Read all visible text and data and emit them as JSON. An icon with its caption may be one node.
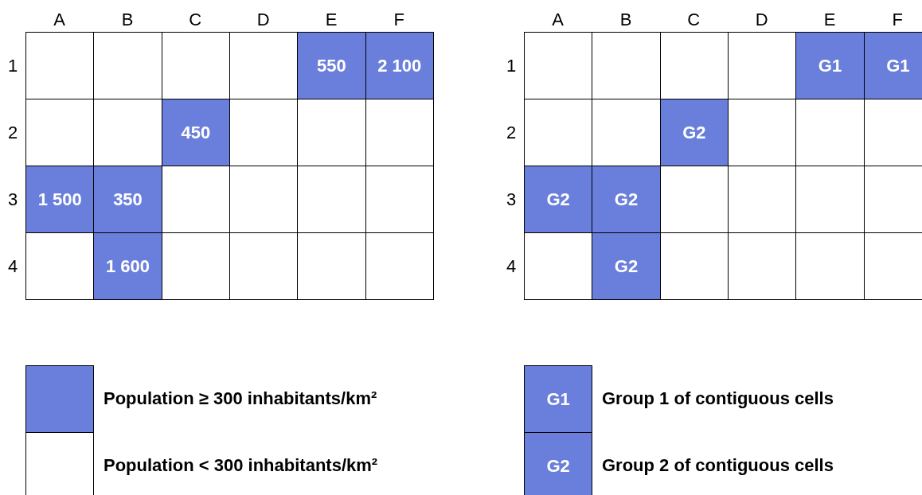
{
  "diagram": {
    "labels": [
      "A",
      "B",
      "C",
      "D",
      "E",
      "F",
      "1",
      "550",
      "2 100",
      "2",
      "450",
      "3",
      "1 500",
      "350",
      "4",
      "1 600",
      "A",
      "B",
      "C",
      "D",
      "E",
      "F",
      "1",
      "G1",
      "G1",
      "2",
      "G2",
      "3",
      "G2",
      "G2",
      "4",
      "G2",
      "G1",
      "G2"
    ],
    "legend": [
      {
        "text": "Population ≥ 300 inhabitants/km²",
        "color": "#6a7fdb"
      },
      {
        "text": "Population < 300 inhabitants/km²",
        "color": "#ffffff"
      },
      {
        "text": "Group 1 of contiguous cells",
        "color": "#6a7fdb"
      },
      {
        "text": "Group 2 of contiguous cells",
        "color": "#6a7fdb"
      }
    ]
  }
}
